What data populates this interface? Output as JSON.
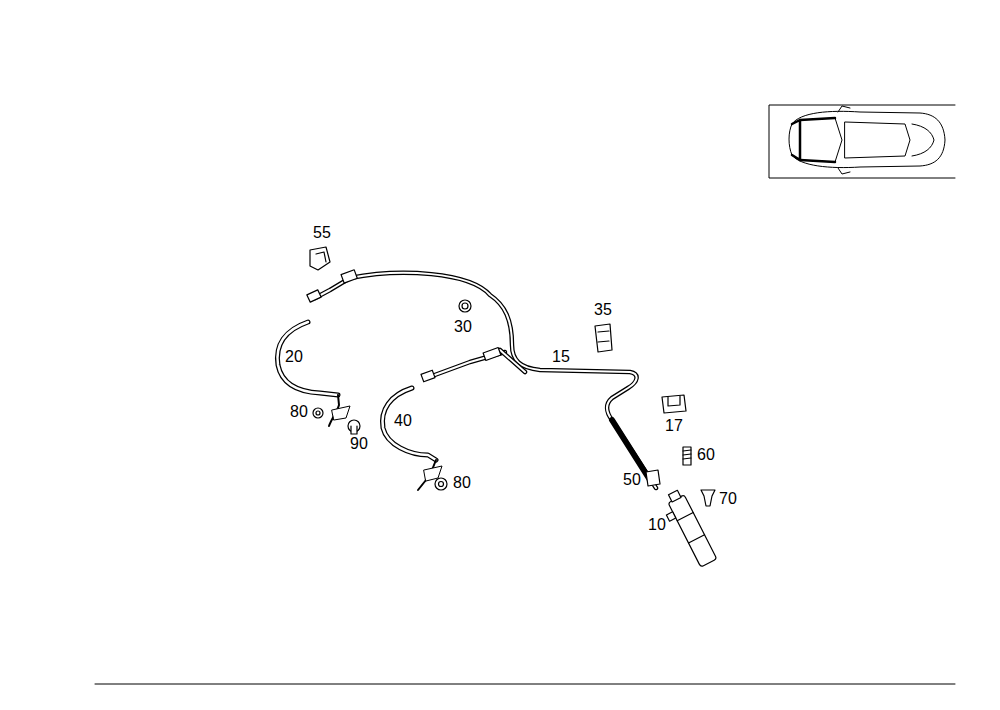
{
  "diagram": {
    "labels": [
      "55",
      "35",
      "30",
      "15",
      "20",
      "80",
      "40",
      "17",
      "90",
      "60",
      "50",
      "80",
      "70",
      "10"
    ]
  }
}
